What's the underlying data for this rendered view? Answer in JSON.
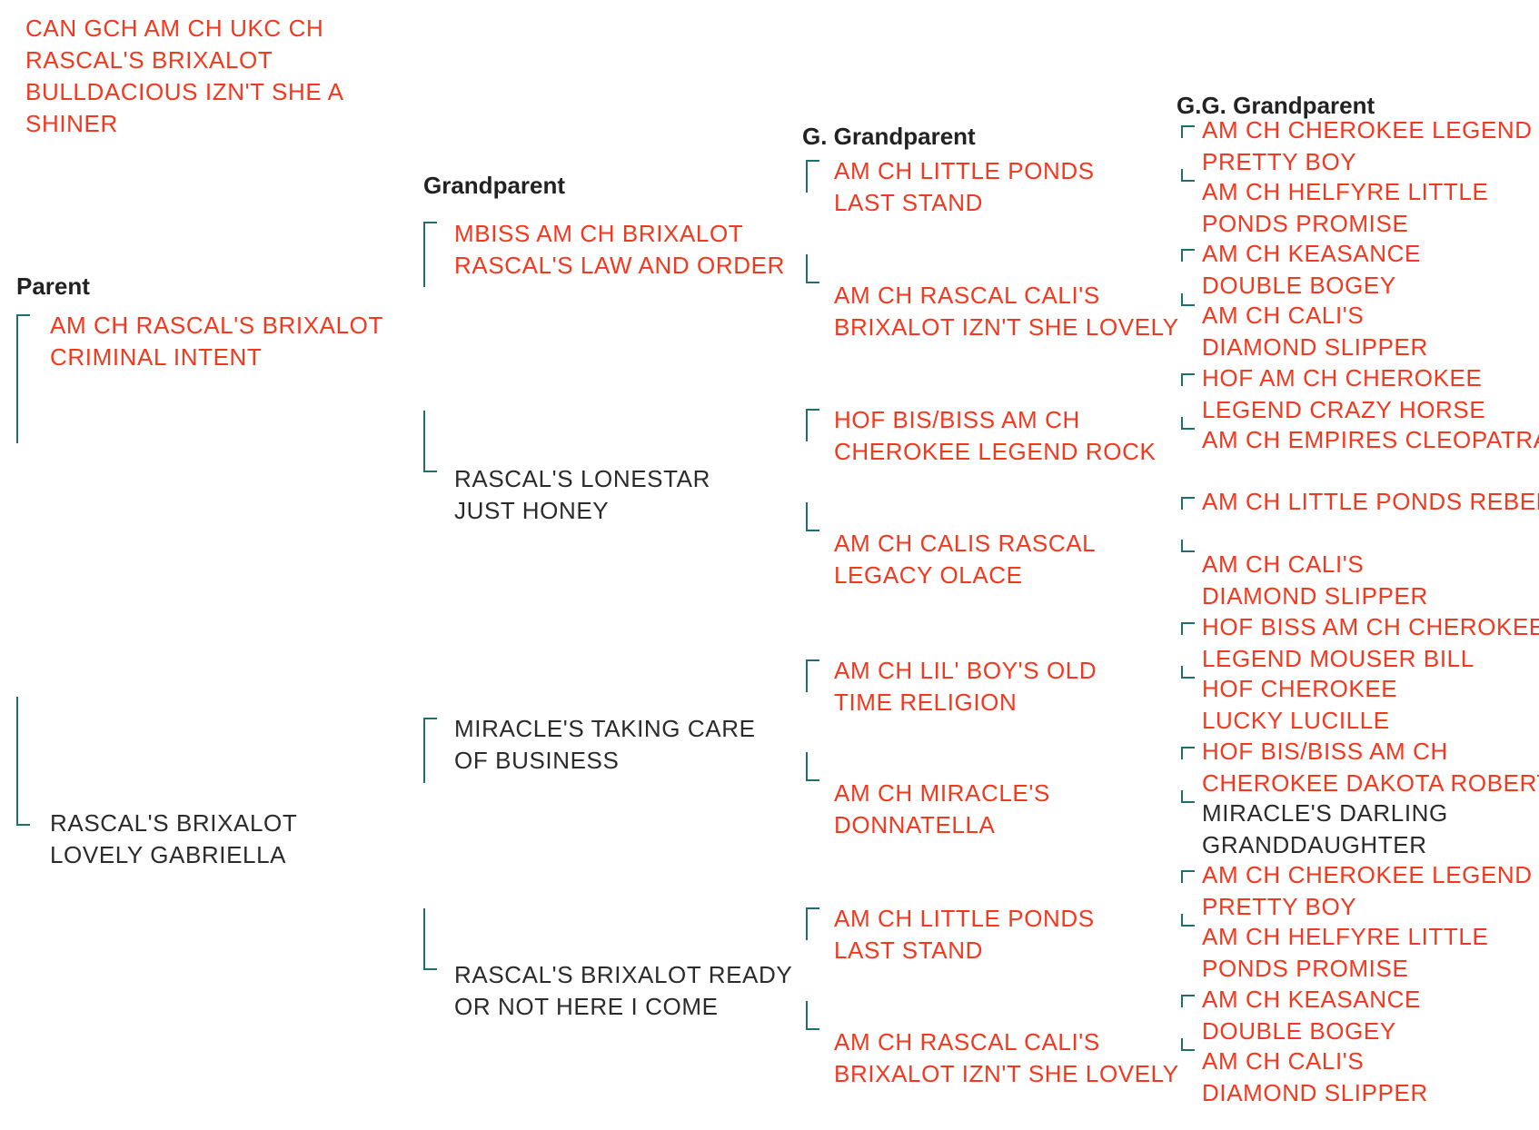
{
  "dog": {
    "name_l1": "CAN GCH AM CH UKC CH",
    "name_l2": "RASCAL'S BRIXALOT",
    "name_l3": "BULLDACIOUS IZN'T SHE A",
    "name_l4": "SHINER"
  },
  "headers": {
    "parent": "Parent",
    "grandparent": "Grandparent",
    "g_grandparent": "G. Grandparent",
    "gg_grandparent": "G.G. Grandparent"
  },
  "parents": [
    {
      "l1": "AM CH RASCAL'S BRIXALOT",
      "l2": "CRIMINAL INTENT"
    },
    {
      "l1": "RASCAL'S BRIXALOT",
      "l2": "LOVELY GABRIELLA"
    }
  ],
  "grandparents": [
    {
      "l1": "MBISS AM CH BRIXALOT",
      "l2": "RASCAL'S LAW AND ORDER"
    },
    {
      "l1": "RASCAL'S LONESTAR",
      "l2": "JUST HONEY"
    },
    {
      "l1": "MIRACLE'S TAKING CARE",
      "l2": "OF BUSINESS"
    },
    {
      "l1": "RASCAL'S BRIXALOT READY",
      "l2": "OR NOT HERE I COME"
    }
  ],
  "g_grandparents": [
    {
      "l1": "AM CH LITTLE PONDS",
      "l2": "LAST STAND"
    },
    {
      "l1": "AM CH RASCAL CALI'S",
      "l2": "BRIXALOT IZN'T SHE LOVELY"
    },
    {
      "l1": "HOF BIS/BISS AM CH",
      "l2": "CHEROKEE LEGEND ROCK"
    },
    {
      "l1": "AM CH CALIS RASCAL",
      "l2": "LEGACY OLACE"
    },
    {
      "l1": "AM CH LIL' BOY'S OLD",
      "l2": "TIME RELIGION"
    },
    {
      "l1": "AM CH MIRACLE'S",
      "l2": "DONNATELLA"
    },
    {
      "l1": "AM CH LITTLE PONDS",
      "l2": "LAST STAND"
    },
    {
      "l1": "AM CH RASCAL CALI'S",
      "l2": "BRIXALOT IZN'T SHE LOVELY"
    }
  ],
  "gg_grandparents": [
    {
      "l1": "AM CH CHEROKEE LEGEND",
      "l2": "PRETTY BOY"
    },
    {
      "l1": "AM CH HELFYRE LITTLE",
      "l2": "PONDS PROMISE"
    },
    {
      "l1": "AM CH KEASANCE",
      "l2": "DOUBLE BOGEY"
    },
    {
      "l1": "AM CH CALI'S",
      "l2": "DIAMOND SLIPPER"
    },
    {
      "l1": "HOF AM CH CHEROKEE",
      "l2": "LEGEND CRAZY HORSE"
    },
    {
      "l1": "AM CH EMPIRES CLEOPATRA",
      "l2": ""
    },
    {
      "l1": "AM CH LITTLE PONDS REBEL",
      "l2": ""
    },
    {
      "l1": "AM CH CALI'S",
      "l2": "DIAMOND SLIPPER"
    },
    {
      "l1": "HOF BISS AM CH CHEROKEE",
      "l2": "LEGEND MOUSER BILL"
    },
    {
      "l1": "HOF  CHEROKEE",
      "l2": "LUCKY LUCILLE"
    },
    {
      "l1": "HOF BIS/BISS AM CH",
      "l2": "CHEROKEE DAKOTA ROBERT"
    },
    {
      "l1": "MIRACLE'S DARLING",
      "l2": "GRANDDAUGHTER"
    },
    {
      "l1": "AM CH CHEROKEE LEGEND",
      "l2": "PRETTY BOY"
    },
    {
      "l1": "AM CH HELFYRE LITTLE",
      "l2": "PONDS PROMISE"
    },
    {
      "l1": "AM CH KEASANCE",
      "l2": "DOUBLE BOGEY"
    },
    {
      "l1": "AM CH CALI'S",
      "l2": "DIAMOND SLIPPER"
    }
  ],
  "colors": {
    "link": "#f2391f",
    "plain": "#2b2b2b",
    "bracket": "#1f6f6f"
  }
}
